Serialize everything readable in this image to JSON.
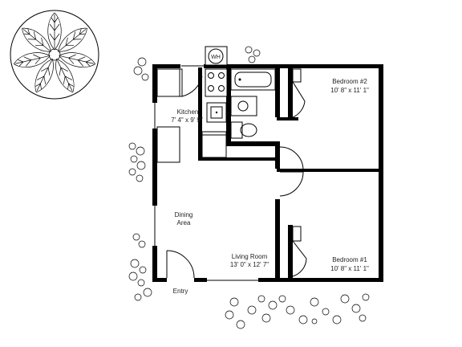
{
  "rooms": {
    "kitchen": {
      "name": "Kitchen",
      "dims": "7' 4\" x 9' 9\""
    },
    "bedroom2": {
      "name": "Bedroom #2",
      "dims": "10' 8\" x 11' 1\""
    },
    "bedroom1": {
      "name": "Bedroom #1",
      "dims": "10' 8\" x 11' 1\""
    },
    "living": {
      "name": "Living Room",
      "dims": "13' 0\" x 12' 7\""
    },
    "dining": {
      "name": "Dining",
      "name2": "Area"
    },
    "entry": {
      "name": "Entry"
    }
  },
  "fixtures": {
    "water_heater": "WH"
  },
  "icons": [
    "tree-icon",
    "shrub-icon"
  ],
  "colors": {
    "wall": "#000000",
    "background": "#ffffff"
  }
}
